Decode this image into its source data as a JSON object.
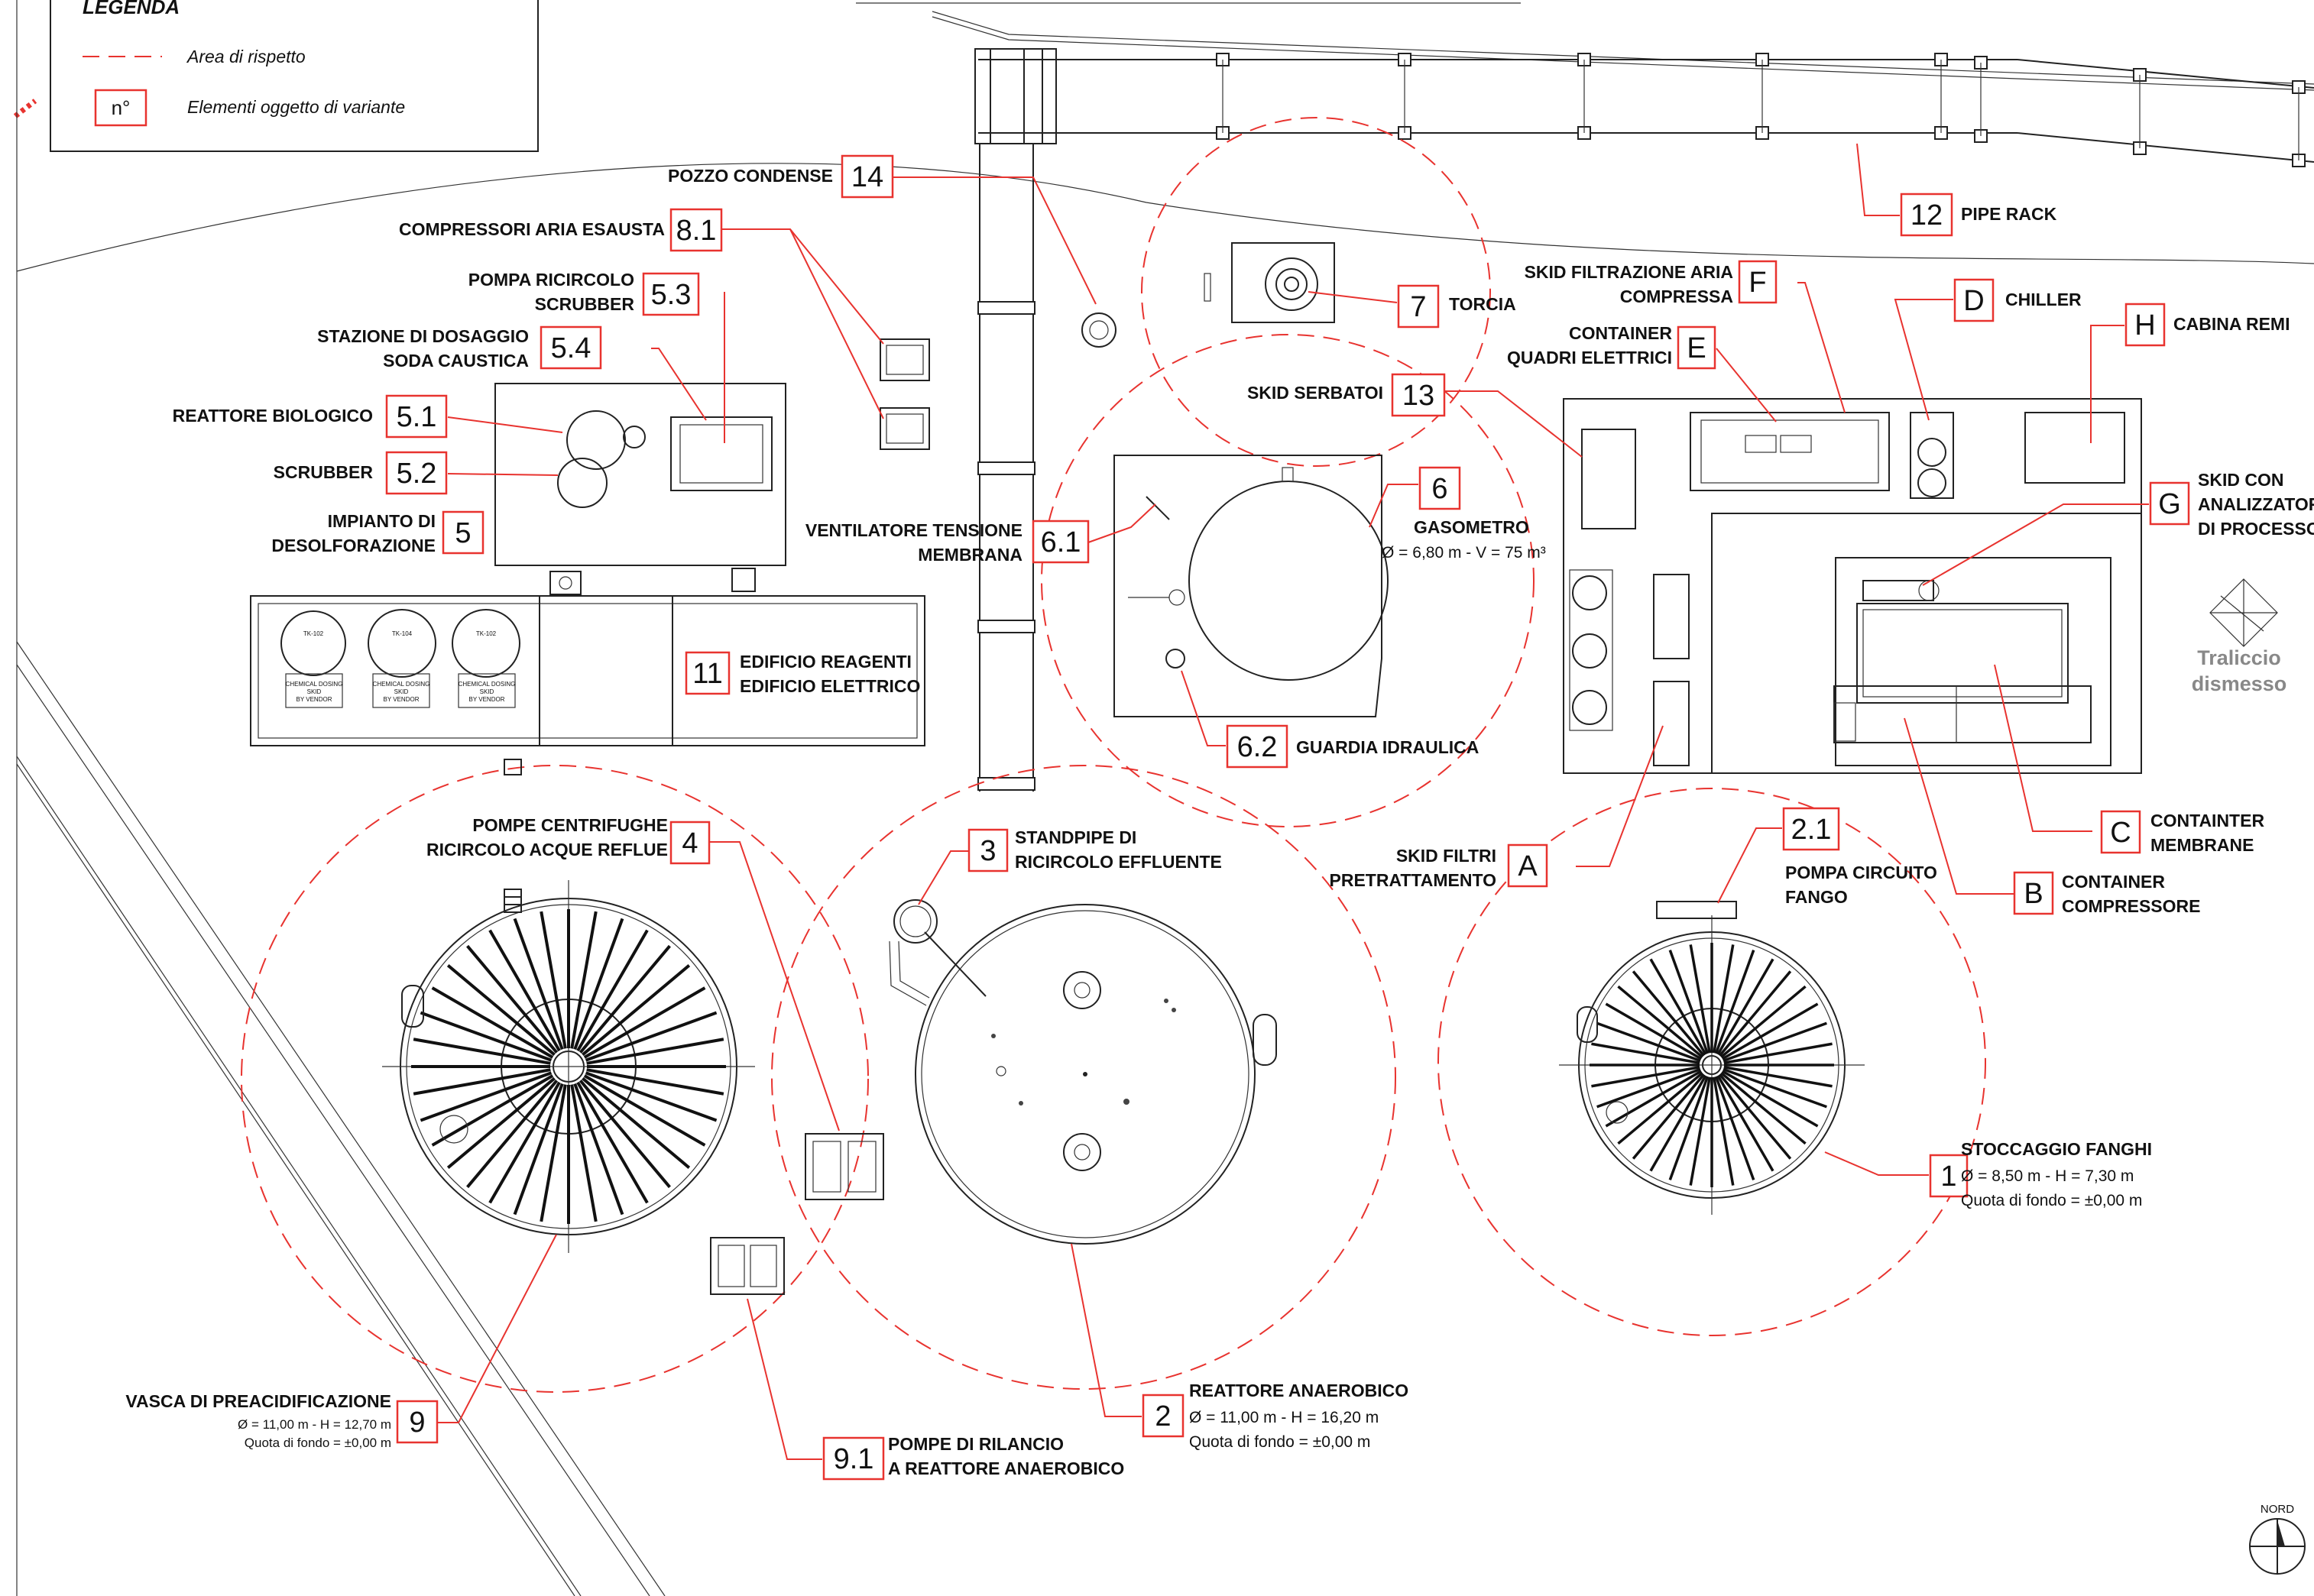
{
  "legend": {
    "title": "LEGENDA",
    "area_label": "Area di rispetto",
    "badge_symbol": "n°",
    "badge_label": "Elementi oggetto di variante"
  },
  "labels": {
    "torcia": "TORCIA",
    "pipe_rack": "PIPE RACK",
    "pozzo_condense": "POZZO CONDENSE",
    "compressori_aria": "COMPRESSORI ARIA ESAUSTA",
    "pompa_ricircolo_1": "POMPA RICIRCOLO",
    "pompa_ricircolo_2": "SCRUBBER",
    "stazione_dosaggio_1": "STAZIONE DI DOSAGGIO",
    "stazione_dosaggio_2": "SODA CAUSTICA",
    "reattore_biologico": "REATTORE BIOLOGICO",
    "scrubber": "SCRUBBER",
    "impianto_1": "IMPIANTO DI",
    "impianto_2": "DESOLFORAZIONE",
    "ventilatore_1": "VENTILATORE TENSIONE",
    "ventilatore_2": "MEMBRANA",
    "skid_serbatoi": "SKID SERBATOI",
    "gasometro": "GASOMETRO",
    "gasometro_dims": "Ø = 6,80 m - V = 75 m³",
    "guardia_idraulica": "GUARDIA IDRAULICA",
    "edificio_1": "EDIFICIO REAGENTI",
    "edificio_2": "EDIFICIO ELETTRICO",
    "skid_filtrazione_1": "SKID FILTRAZIONE ARIA",
    "skid_filtrazione_2": "COMPRESSA",
    "container_quadri_1": "CONTAINER",
    "container_quadri_2": "QUADRI ELETTRICI",
    "chiller": "CHILLER",
    "cabina_remi": "CABINA REMI",
    "skid_con_1": "SKID CON",
    "skid_con_2": "ANALIZZATORI",
    "skid_con_3": "DI PROCESSO",
    "traliccio_1": "Traliccio",
    "traliccio_2": "dismesso",
    "pompe_centrifughe_1": "POMPE CENTRIFUGHE",
    "pompe_centrifughe_2": "RICIRCOLO ACQUE REFLUE",
    "standpipe_1": "STANDPIPE DI",
    "standpipe_2": "RICIRCOLO EFFLUENTE",
    "skid_filtri_1": "SKID FILTRI",
    "skid_filtri_2": "PRETRATTAMENTO",
    "pompa_circuito_1": "POMPA CIRCUITO",
    "pompa_circuito_2": "FANGO",
    "container_membrane_1": "CONTAINTER",
    "container_membrane_2": "MEMBRANE",
    "container_compressore_1": "CONTAINER",
    "container_compressore_2": "COMPRESSORE",
    "stoccaggio": "STOCCAGGIO FANGHI",
    "stoccaggio_dims": "Ø = 8,50 m -  H = 7,30 m",
    "stoccaggio_quota": "Quota di fondo = ±0,00 m",
    "vasca": "VASCA DI PREACIDIFICAZIONE",
    "vasca_dims": "Ø = 11,00 m -  H = 12,70 m",
    "vasca_quota": "Quota di fondo = ±0,00 m",
    "reattore_anaerobico": "REATTORE ANAEROBICO",
    "reattore_dims": "Ø = 11,00 m -  H = 16,20 m",
    "reattore_quota": "Quota di fondo = ±0,00 m",
    "pompe_rilancio_1": "POMPE DI RILANCIO",
    "pompe_rilancio_2": "A REATTORE ANAEROBICO",
    "nord": "NORD",
    "tank_1": "TK-102",
    "tank_2": "TK-104",
    "tank_3": "TK-102",
    "chem_1": "CHEMICAL DOSING",
    "chem_2": "SKID",
    "chem_3": "BY VENDOR"
  },
  "badges": {
    "b7": "7",
    "b12": "12",
    "b14": "14",
    "b8_1": "8.1",
    "b5_3": "5.3",
    "b5_4": "5.4",
    "b5_1": "5.1",
    "b5_2": "5.2",
    "b5": "5",
    "b6_1": "6.1",
    "b13": "13",
    "b6": "6",
    "b6_2": "6.2",
    "b11": "11",
    "bF": "F",
    "bE": "E",
    "bD": "D",
    "bH": "H",
    "bG": "G",
    "b4": "4",
    "b3": "3",
    "bA": "A",
    "b2_1": "2.1",
    "bC": "C",
    "bB": "B",
    "b1": "1",
    "b9": "9",
    "b2": "2",
    "b9_1": "9.1"
  },
  "colors": {
    "accent": "#e8332f",
    "line": "#222222",
    "muted": "#888888"
  }
}
